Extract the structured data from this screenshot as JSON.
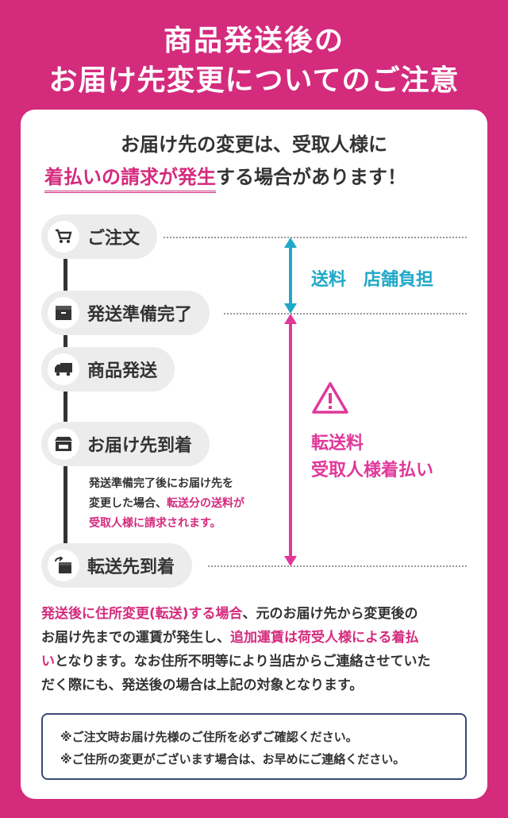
{
  "header": {
    "line1": "商品発送後の",
    "line2": "お届け先変更についてのご注意"
  },
  "intro": {
    "line1": "お届け先の変更は、受取人様に",
    "line2_pink": "着払いの請求が発生",
    "line2_rest": "する場合があります！"
  },
  "steps": [
    {
      "label": "ご注文",
      "icon": "cart-icon"
    },
    {
      "label": "発送準備完了",
      "icon": "box-icon"
    },
    {
      "label": "商品発送",
      "icon": "truck-icon"
    },
    {
      "label": "お届け先到着",
      "icon": "store-icon"
    },
    {
      "label": "転送先到着",
      "icon": "forward-box-icon"
    }
  ],
  "note": {
    "line1": "発送準備完了後にお届け先を",
    "line2_plain": "変更した場合、",
    "line2_pink": "転送分の送料が",
    "line3_pink": "受取人様に請求されます。"
  },
  "shipping": {
    "store_label": "送料　店舗負担",
    "forward_line1": "転送料",
    "forward_line2": "受取人様着払い"
  },
  "body": {
    "l1_pink": "発送後に住所変更(転送)する場合",
    "l1_rest": "、元のお届け先から変更後の",
    "l2_plain": "お届け先までの運賃が発生し、",
    "l2_pink": "追加運賃は荷受人様による着払",
    "l3_pink": "い",
    "l3_rest": "となります。なお住所不明等により当店からご連絡させていた",
    "l4": "だく際にも、発送後の場合は上記の対象となります。"
  },
  "notice": {
    "line1": "※ご注文時お届け先様のご住所を必ずご確認ください。",
    "line2": "※ご住所の変更がございます場合は、お早めにご連絡ください。"
  },
  "colors": {
    "brand_pink": "#d42b7d",
    "teal": "#1fa8c9",
    "magenta": "#e0389a",
    "text": "#333333"
  }
}
